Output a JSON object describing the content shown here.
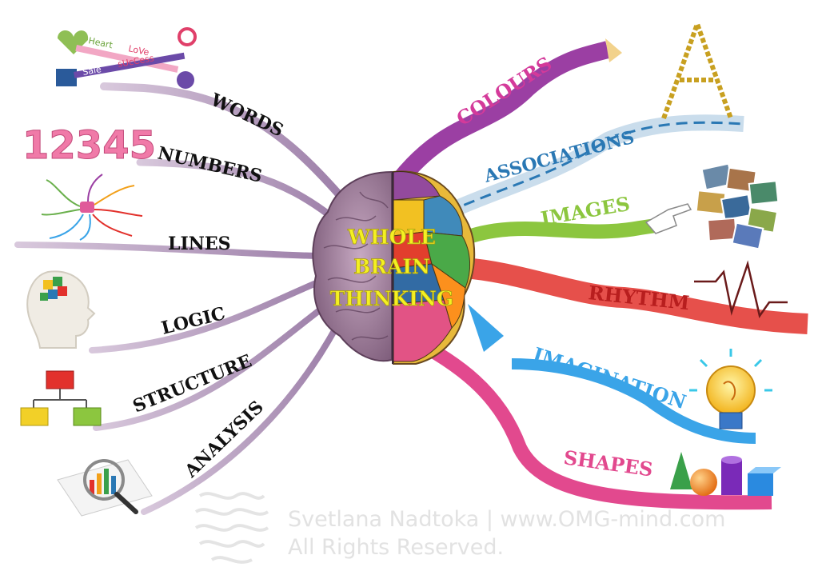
{
  "centre": {
    "lines": [
      "WHOLE",
      "BRAIN",
      "THINKING"
    ],
    "color": "#f4f022"
  },
  "left_branches": [
    {
      "label": "WORDS",
      "icon": "key-icon"
    },
    {
      "label": "NUMBERS",
      "icon": "numbers-icon"
    },
    {
      "label": "LINES",
      "icon": "mind-map-icon"
    },
    {
      "label": "LOGIC",
      "icon": "head-puzzle-icon"
    },
    {
      "label": "STRUCTURE",
      "icon": "org-chart-icon"
    },
    {
      "label": "ANALYSIS",
      "icon": "magnifier-chart-icon"
    }
  ],
  "left_branch_color": "#b8a2c0",
  "right_branches": [
    {
      "label": "COLOURS",
      "icon": "pencil-icon",
      "color": "#9b3fa3"
    },
    {
      "label": "ASSOCIATIONS",
      "icon": "chain-letter-icon",
      "color": "#2a78b4"
    },
    {
      "label": "IMAGES",
      "icon": "photos-icon",
      "color": "#8cc63f"
    },
    {
      "label": "RHYTHM",
      "icon": "heartbeat-icon",
      "color": "#e2312c"
    },
    {
      "label": "IMAGINATION",
      "icon": "light-bulb-icon",
      "color": "#3aa4e8"
    },
    {
      "label": "SHAPES",
      "icon": "shapes-icon",
      "color": "#e2498e"
    }
  ],
  "key_words": {
    "top": [
      "Heart",
      "LoVe"
    ],
    "bottom": [
      "Sale",
      "sUcCess"
    ]
  },
  "numbers_icon_text": "12345",
  "credit": {
    "line1": "Svetlana Nadtoka | www.OMG-mind.com",
    "line2": "All Rights Reserved."
  }
}
